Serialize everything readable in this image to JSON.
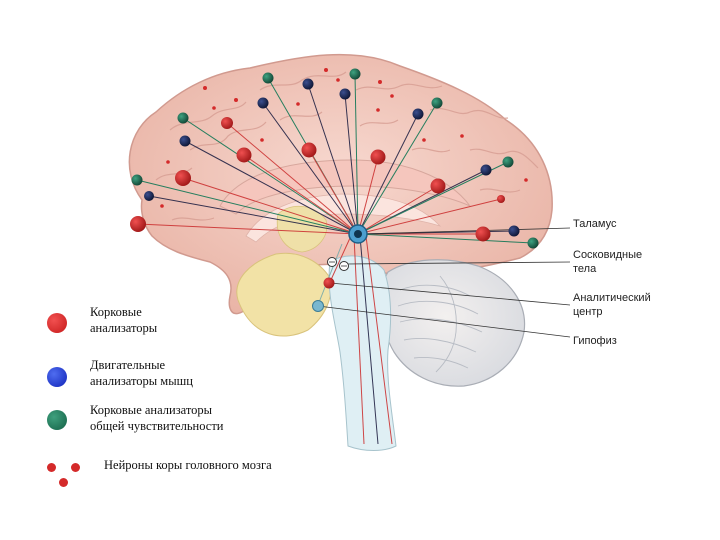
{
  "colors": {
    "red": "#d42a2a",
    "blue": "#1f3fc8",
    "green": "#1f7f4f",
    "dark_red": "#8b1c1c",
    "dark_blue": "#14214d",
    "dark_green": "#1b5a43"
  },
  "labels": {
    "thalamus": "Таламус",
    "mammillary_line1": "Сосковидные",
    "mammillary_line2": "тела",
    "analytic_line1": "Аналитический",
    "analytic_line2": "центр",
    "pituitary": "Гипофиз"
  },
  "legend": {
    "cortical_line1": "Корковые",
    "cortical_line2": "анализаторы",
    "motor_line1": "Двигательные",
    "motor_line2": "анализаторы мышц",
    "sensory_line1": "Корковые  анализаторы",
    "sensory_line2": "общей  чувствительности",
    "neurons": "Нейроны коры головного мозга"
  }
}
